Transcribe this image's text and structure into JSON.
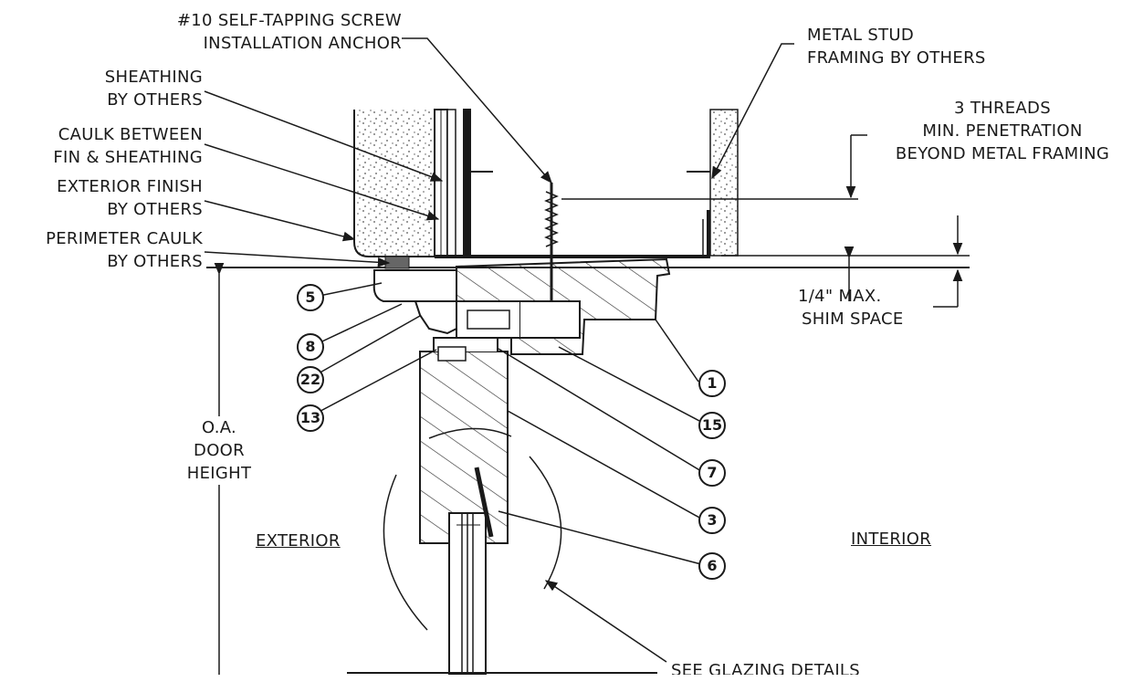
{
  "labels": {
    "screw": [
      "#10 SELF-TAPPING SCREW",
      "INSTALLATION ANCHOR"
    ],
    "stud": [
      "METAL STUD",
      "FRAMING BY OTHERS"
    ],
    "threads": [
      "3 THREADS",
      "MIN. PENETRATION",
      "BEYOND METAL FRAMING"
    ],
    "sheathing": [
      "SHEATHING",
      "BY OTHERS"
    ],
    "caulk_fin": [
      "CAULK BETWEEN",
      "FIN & SHEATHING"
    ],
    "ext_finish": [
      "EXTERIOR FINISH",
      "BY OTHERS"
    ],
    "perim_caulk": [
      "PERIMETER CAULK",
      "BY OTHERS"
    ],
    "shim": [
      "1/4\" MAX.",
      "SHIM SPACE"
    ],
    "door_height": [
      "O.A.",
      "DOOR",
      "HEIGHT"
    ],
    "exterior": "EXTERIOR",
    "interior": "INTERIOR",
    "glazing": "SEE GLAZING DETAILS"
  },
  "callouts": {
    "c5": "5",
    "c8": "8",
    "c22": "22",
    "c13": "13",
    "c1": "1",
    "c15": "15",
    "c7": "7",
    "c3": "3",
    "c6": "6"
  }
}
